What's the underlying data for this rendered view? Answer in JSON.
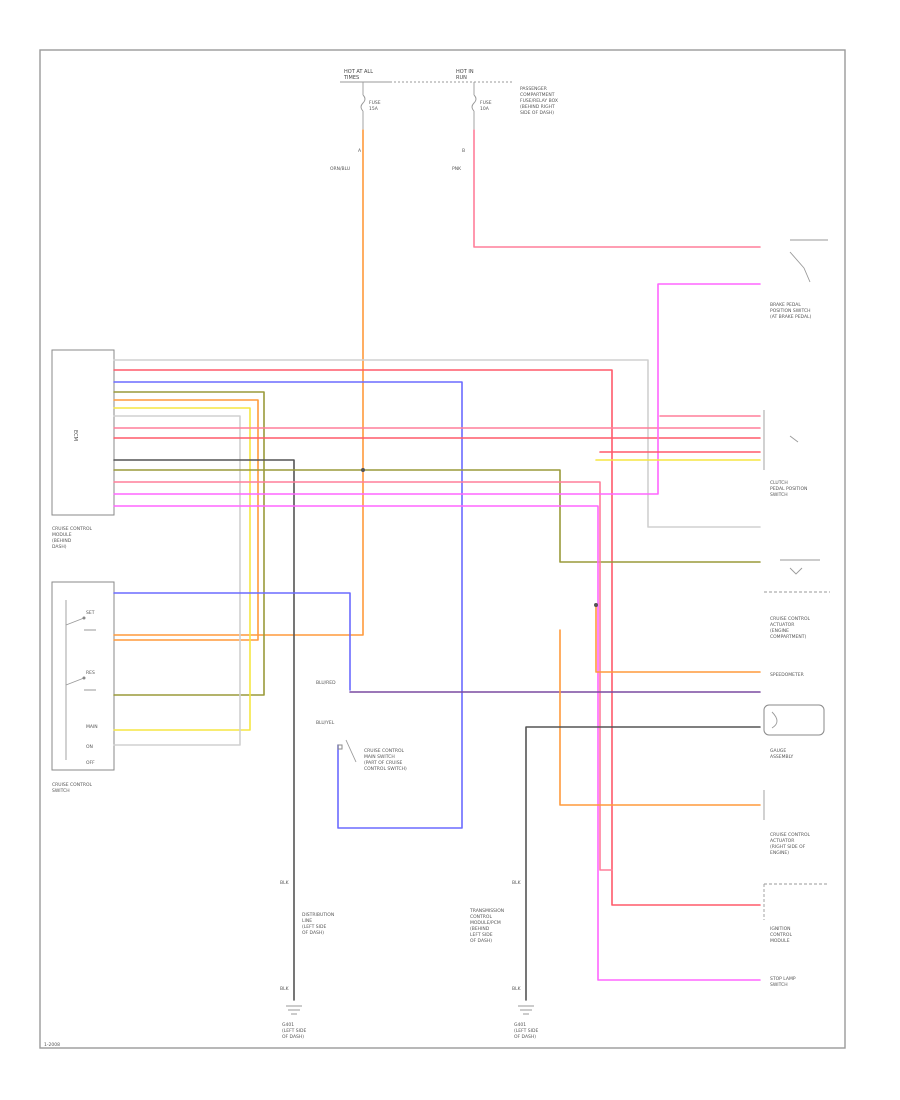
{
  "colors": {
    "orange": "#ff9a3c",
    "pink": "#ff7f9a",
    "red": "#ff5a6a",
    "blue": "#6b6bff",
    "yellow": "#f5e642",
    "magenta": "#ff66ff",
    "olive": "#9a9a3a",
    "gray": "#a8a8a8",
    "black": "#555555",
    "purple": "#7a4aa0",
    "green": "#7aa04a",
    "lightgray": "#d0d0d0"
  },
  "labels": {
    "fuse_box_left_top": "HOT AT ALL",
    "fuse_box_left_sub": "TIMES",
    "fuse_left": "FUSE",
    "fuse_left_num": "15A",
    "fuse_box_right_top": "HOT IN",
    "fuse_box_right_sub": "RUN",
    "fuse_right": "FUSE",
    "fuse_right_num": "10A",
    "pdc_line1": "PASSENGER",
    "pdc_line2": "COMPARTMENT",
    "pdc_line3": "FUSE/RELAY BOX",
    "pdc_line4": "(BEHIND RIGHT",
    "pdc_line5": "SIDE OF DASH)",
    "wire_orn": "ORN/BLU",
    "wire_pnk": "PNK",
    "pin_a": "A",
    "pin_b": "B",
    "ecm_inner": "ECM",
    "ecm_cap1": "CRUISE CONTROL",
    "ecm_cap2": "MODULE",
    "ecm_cap3": "(BEHIND",
    "ecm_cap4": "DASH)",
    "sw_cap1": "CRUISE CONTROL",
    "sw_cap2": "SWITCH",
    "sw_set": "SET",
    "sw_res": "RES",
    "sw_main": "MAIN",
    "sw_on": "ON",
    "sw_off": "OFF",
    "brake_cap1": "BRAKE PEDAL",
    "brake_cap2": "POSITION SWITCH",
    "brake_cap3": "(AT BRAKE PEDAL)",
    "clutch_cap1": "CLUTCH",
    "clutch_cap2": "PEDAL POSITION",
    "clutch_cap3": "SWITCH",
    "vss_cap1": "CRUISE CONTROL",
    "vss_cap2": "ACTUATOR",
    "vss_cap3": "(ENGINE",
    "vss_cap4": "COMPARTMENT)",
    "spd_cap1": "SPEEDOMETER",
    "gauge_cap1": "GAUGE",
    "gauge_cap2": "ASSEMBLY",
    "act_cap1": "CRUISE CONTROL",
    "act_cap2": "ACTUATOR",
    "act_cap3": "(RIGHT SIDE OF",
    "act_cap4": "ENGINE)",
    "ign_cap1": "IGNITION",
    "ign_cap2": "CONTROL",
    "ign_cap3": "MODULE",
    "stop_cap1": "STOP LAMP",
    "stop_cap2": "SWITCH",
    "main_relay_cap1": "CRUISE CONTROL",
    "main_relay_cap2": "MAIN SWITCH",
    "main_relay_cap3": "(PART OF CRUISE",
    "main_relay_cap4": "CONTROL SWITCH)",
    "dist_cap1": "DISTRIBUTION",
    "dist_cap2": "LINE",
    "dist_cap3": "(LEFT SIDE",
    "dist_cap4": "OF DASH)",
    "tcm_cap1": "TRANSMISSION",
    "tcm_cap2": "CONTROL",
    "tcm_cap3": "MODULE/PCM",
    "tcm_cap4": "(BEHIND",
    "tcm_cap5": "LEFT SIDE",
    "tcm_cap6": "OF DASH)",
    "gnd1_cap1": "G401",
    "gnd1_cap2": "(LEFT SIDE",
    "gnd1_cap3": "OF DASH)",
    "gnd2_cap1": "G401",
    "gnd2_cap2": "(LEFT SIDE",
    "gnd2_cap3": "OF DASH)",
    "blk": "BLK",
    "blu_red": "BLU/RED",
    "blu_yel": "BLU/YEL",
    "footer_code": "1-2008"
  }
}
